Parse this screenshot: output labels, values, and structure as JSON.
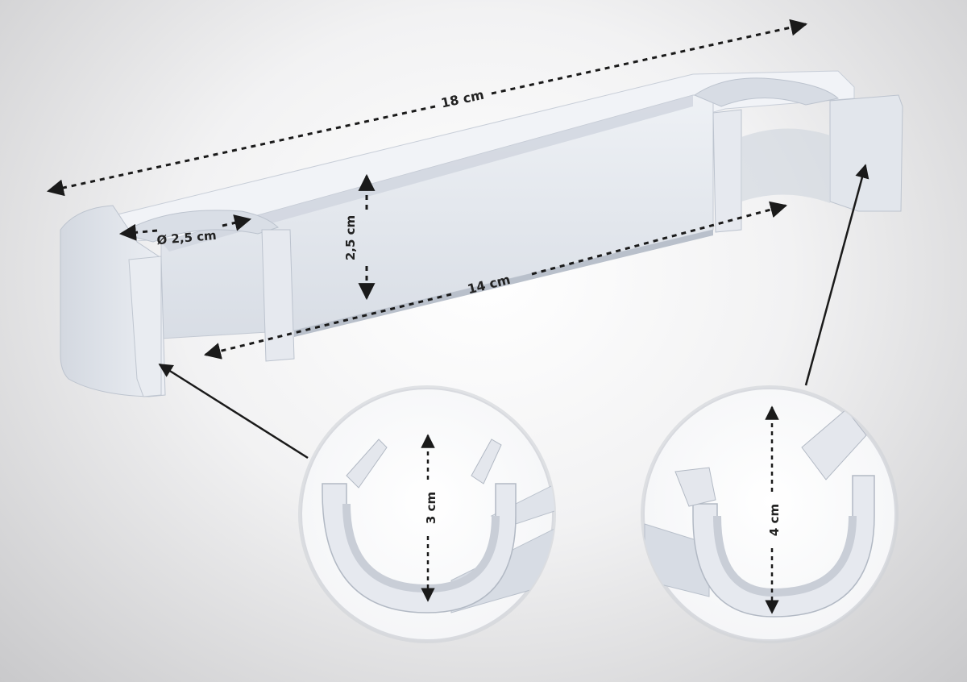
{
  "colors": {
    "plastic": "#e4e8ef",
    "plastic_shadow": "#c3c9d3",
    "plastic_dark": "#aab1bd",
    "dimension_line": "#1a1a1a"
  },
  "dimensions": {
    "total_length": "18 cm",
    "inner_length": "14 cm",
    "height": "2,5 cm",
    "rod_diameter": "Ø 2,5 cm",
    "small_clip_opening": "3 cm",
    "large_clip_opening": "4 cm"
  }
}
